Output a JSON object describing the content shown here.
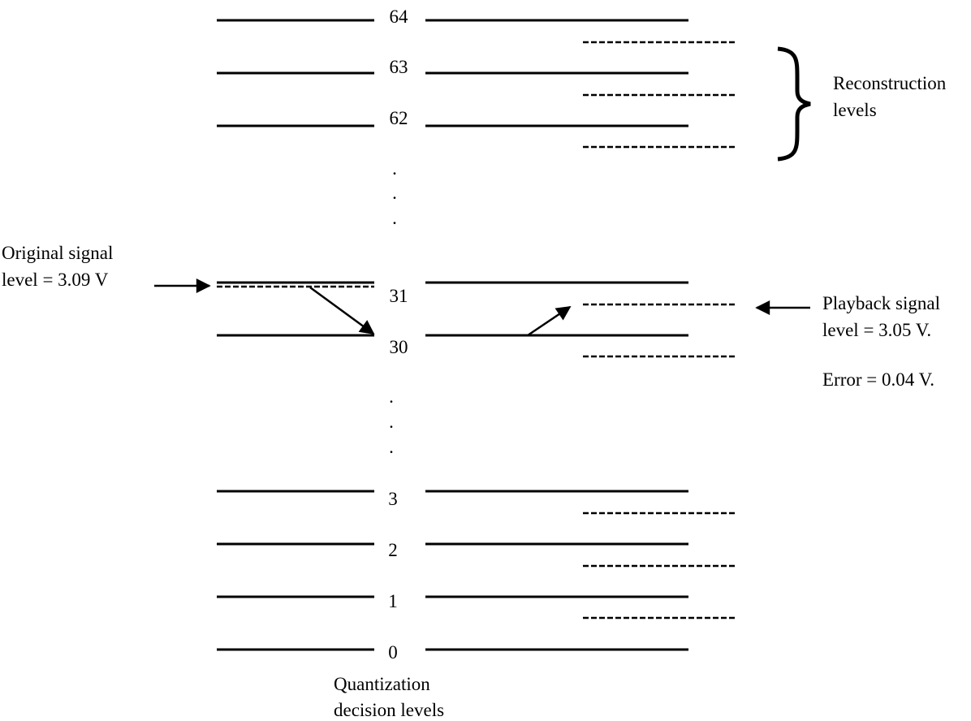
{
  "level_numbers": [
    "64",
    "63",
    "62",
    "31",
    "30",
    "3",
    "2",
    "1",
    "0"
  ],
  "ellipsis_dots": [
    ".",
    ".",
    ".",
    ".",
    ".",
    "."
  ],
  "labels": {
    "reconstruction_line1": "Reconstruction",
    "reconstruction_line2": "levels",
    "original_line1": "Original signal",
    "original_line2": "level = 3.09 V",
    "playback_line1": "Playback signal",
    "playback_line2": "level = 3.05 V.",
    "error": "Error = 0.04 V.",
    "quantization_line1": "Quantization",
    "quantization_line2": "decision levels"
  }
}
